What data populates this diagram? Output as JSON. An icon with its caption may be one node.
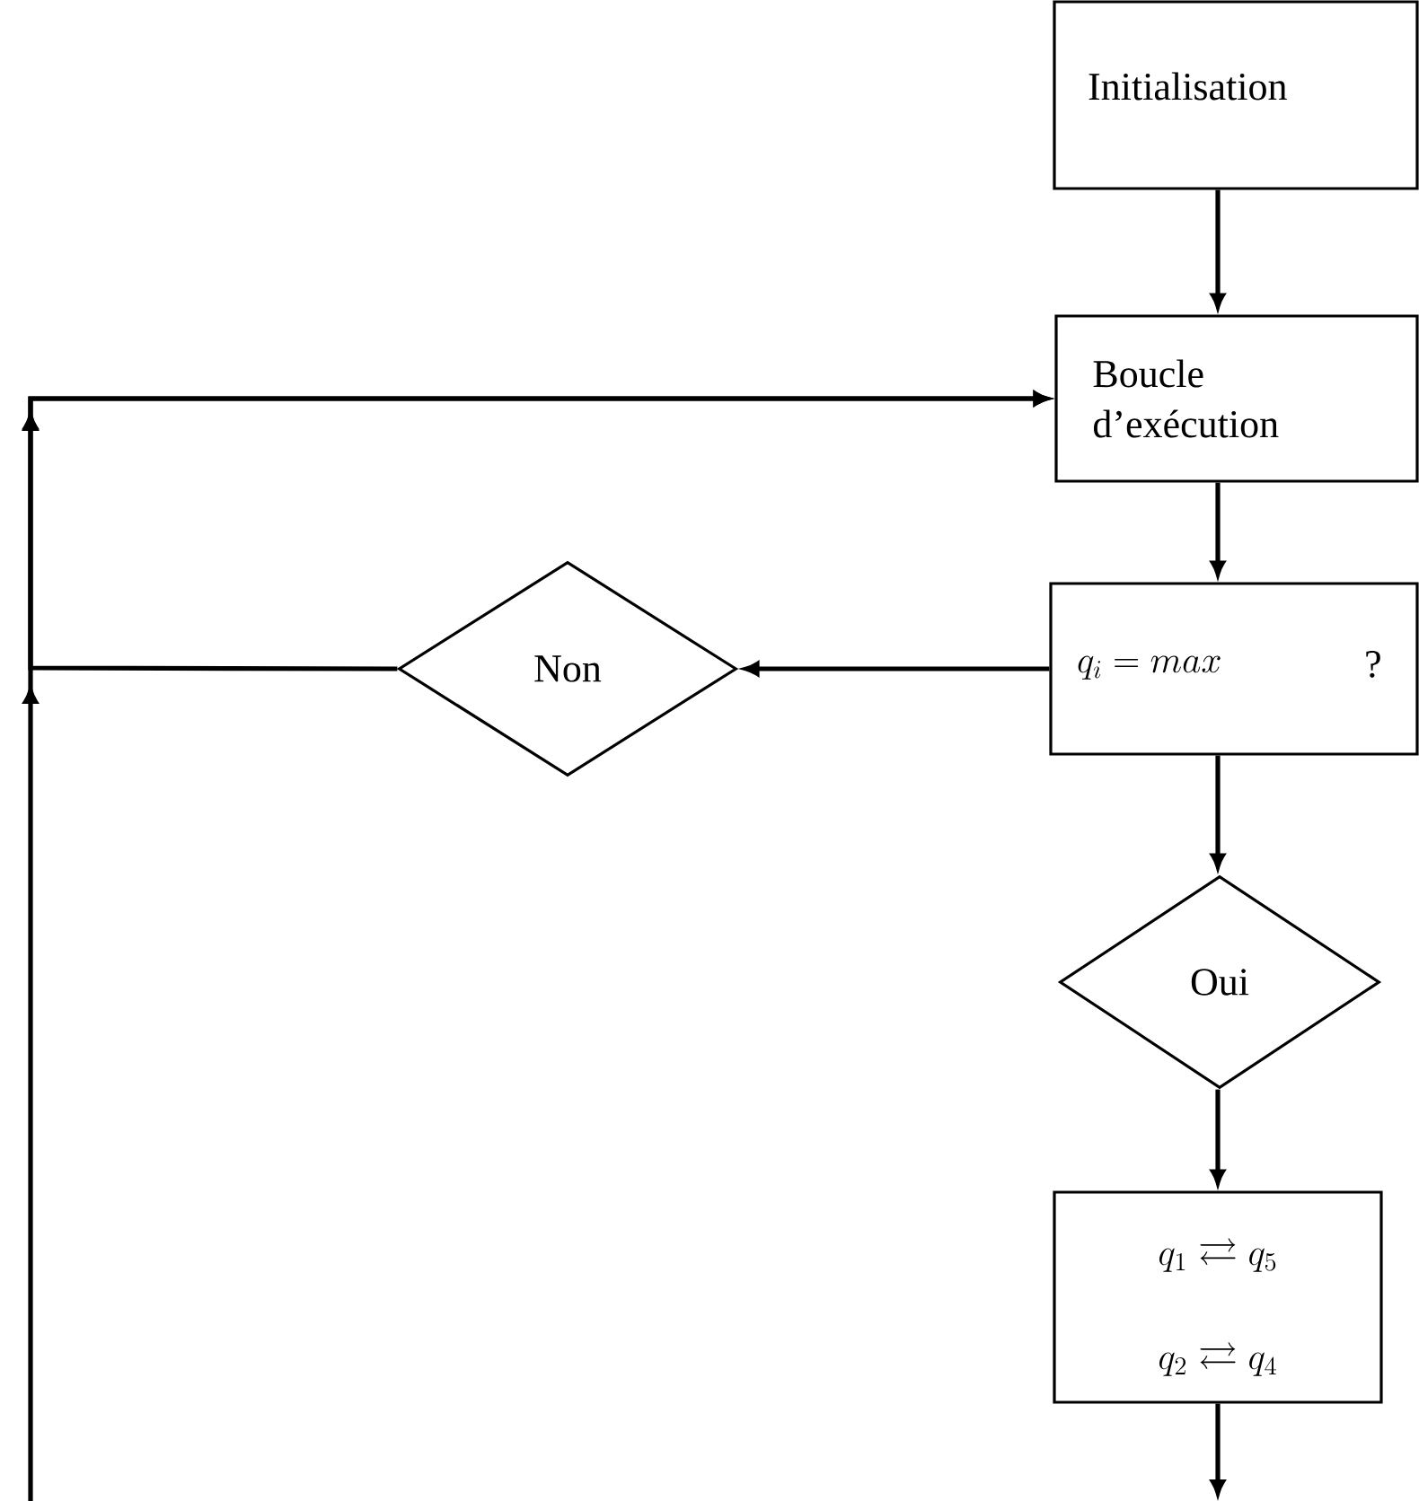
{
  "diagram": {
    "nodes": [
      {
        "text": [
          "Initialisation"
        ]
      },
      {
        "text": [
          "Boucle d’exécution"
        ]
      },
      {
        "text": [
          "q_i = max",
          "?"
        ]
      },
      {
        "text": [
          "Non"
        ]
      },
      {
        "text": [
          "Oui"
        ]
      },
      {
        "text": [
          "q_1 \\rightleftarrows q_5",
          "q_2 \\rightleftarrows q_4"
        ]
      }
    ],
    "edges": [
      {
        "from": 0,
        "to": 1,
        "arrow": "to"
      },
      {
        "from": 1,
        "to": 2,
        "arrow": "to"
      },
      {
        "from": 2,
        "to": 3,
        "arrow": "to"
      },
      {
        "from": 3,
        "to": 1,
        "arrow": "to"
      },
      {
        "from": 2,
        "to": 4,
        "arrow": "to"
      },
      {
        "from": 4,
        "to": 5,
        "arrow": "to"
      },
      {
        "from": 5,
        "to": null,
        "arrow": "to"
      },
      {
        "from": null,
        "to": 1,
        "arrow": "to"
      }
    ]
  }
}
